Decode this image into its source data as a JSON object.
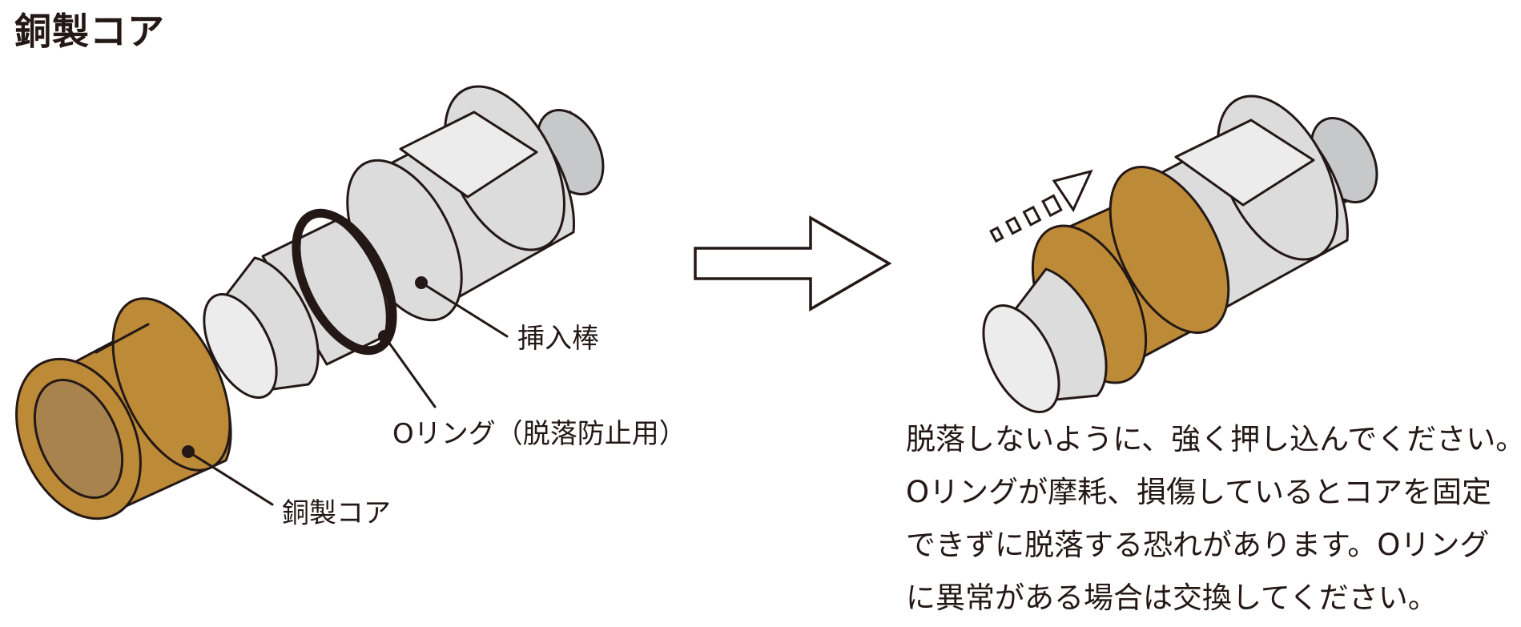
{
  "title": "銅製コア",
  "labels": {
    "insertion_rod": "挿入棒",
    "o_ring": "Oリング（脱落防止用）",
    "copper_core": "銅製コア"
  },
  "instructions": [
    "脱落しないように、強く押し込んでください。",
    "Oリングが摩耗、損傷しているとコアを固定",
    "できずに脱落する恐れがあります。Oリング",
    "に異常がある場合は交換してください。"
  ],
  "colors": {
    "copper": "#bd8a37",
    "copper_inner": "#a9834e",
    "steel": "#dcdcdd",
    "steel_end": "#c7c8c9",
    "steel_light": "#ececec",
    "outline": "#231815",
    "o_ring": "#231815"
  }
}
